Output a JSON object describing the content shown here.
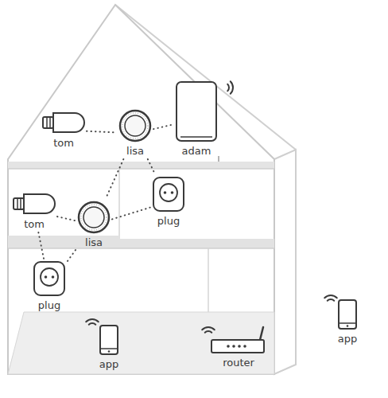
{
  "diagram": {
    "nodes": [
      {
        "text": [
          "tom"
        ]
      },
      {
        "text": [
          "lisa"
        ]
      },
      {
        "text": [
          "adam"
        ]
      },
      {
        "text": [
          "tom"
        ]
      },
      {
        "text": [
          "lisa"
        ]
      },
      {
        "text": [
          "plug"
        ]
      },
      {
        "text": [
          "plug"
        ]
      },
      {
        "text": [
          "app"
        ]
      },
      {
        "text": [
          "router"
        ]
      },
      {
        "text": [
          "app"
        ]
      }
    ],
    "edges": [
      {
        "from": 0,
        "to": 1,
        "arrow": "none"
      },
      {
        "from": 1,
        "to": 2,
        "arrow": "none"
      },
      {
        "from": 1,
        "to": 4,
        "arrow": "none"
      },
      {
        "from": 1,
        "to": 5,
        "arrow": "none"
      },
      {
        "from": 3,
        "to": 4,
        "arrow": "none"
      },
      {
        "from": 4,
        "to": 5,
        "arrow": "none"
      },
      {
        "from": 3,
        "to": 6,
        "arrow": "none"
      },
      {
        "from": 4,
        "to": 6,
        "arrow": "none"
      }
    ]
  }
}
